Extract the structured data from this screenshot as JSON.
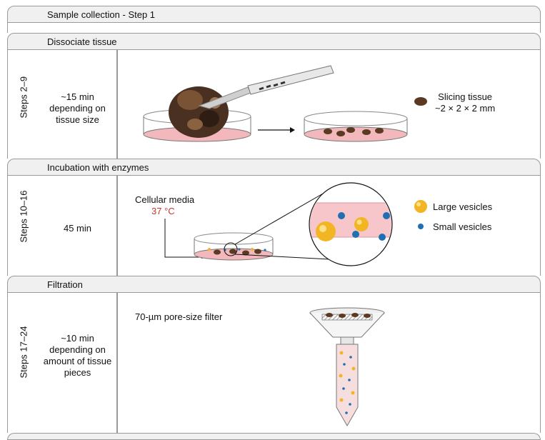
{
  "header": {
    "title": "Sample collection - Step 1"
  },
  "sections": [
    {
      "title": "Dissociate tissue",
      "steps": "Steps 2–9",
      "time": "~15 min\ndepending on\ntissue size",
      "annotation": "Slicing tissue\n~2 × 2 × 2 mm"
    },
    {
      "title": "Incubation with enzymes",
      "steps": "Steps 10–16",
      "time": "45 min",
      "media_label": "Cellular media",
      "temperature": "37 °C",
      "legend": {
        "large": "Large vesicles",
        "small": "Small vesicles"
      }
    },
    {
      "title": "Filtration",
      "steps": "Steps 17–24",
      "time": "~10 min\ndepending on\namount of tissue\npieces",
      "filter_label": "70-µm pore-size filter"
    }
  ],
  "colors": {
    "dish_fluid": "#f2b8bc",
    "tissue": "#5a3a22",
    "large_vesicle": "#f2b624",
    "small_vesicle": "#1f6fb2",
    "temperature": "#c0392b"
  }
}
